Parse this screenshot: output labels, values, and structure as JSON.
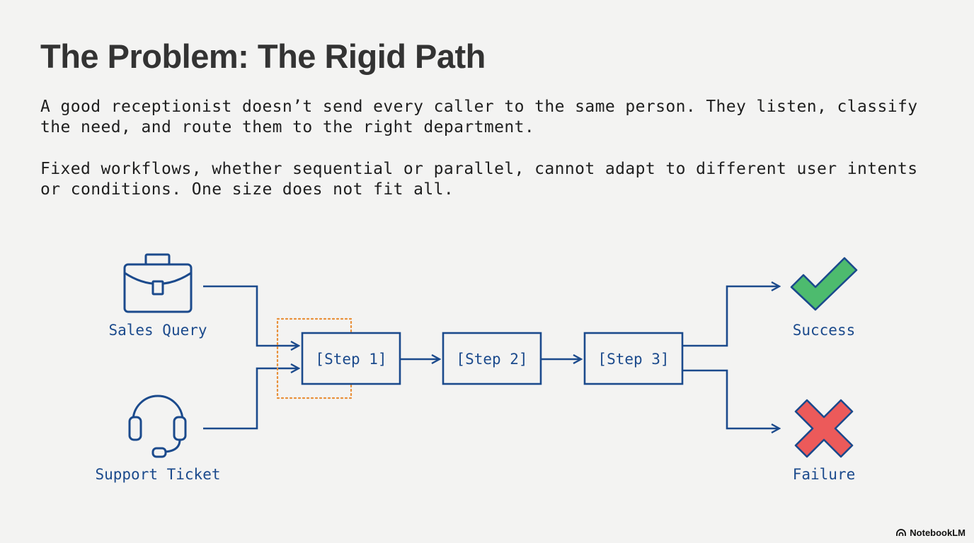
{
  "title": "The Problem: The Rigid Path",
  "paragraphs": [
    "A good receptionist doesn’t send every caller to the same person. They listen, classify the need, and route them to the right department.",
    "Fixed workflows, whether sequential or parallel, cannot adapt to different user intents or conditions. One size does not fit all."
  ],
  "diagram": {
    "inputs": [
      {
        "label": "Sales Query",
        "icon": "briefcase-icon"
      },
      {
        "label": "Support Ticket",
        "icon": "headset-icon"
      }
    ],
    "steps": [
      "[Step 1]",
      "[Step 2]",
      "[Step 3]"
    ],
    "outcomes": [
      {
        "label": "Success",
        "icon": "checkmark-icon",
        "color": "#4dbb6e"
      },
      {
        "label": "Failure",
        "icon": "cross-icon",
        "color": "#ec5a5a"
      }
    ],
    "line_color": "#1b4a8c",
    "highlight_color": "#e8903a"
  },
  "brand": "NotebookLM"
}
